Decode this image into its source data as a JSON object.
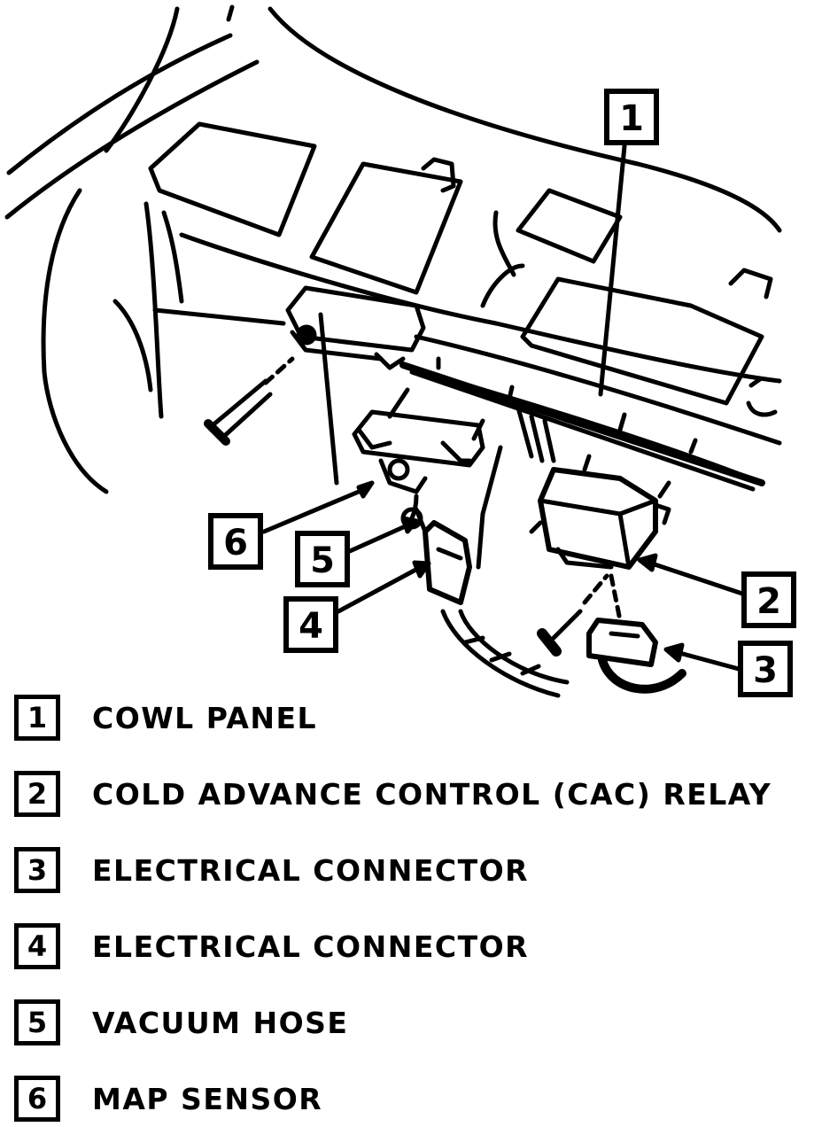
{
  "callouts": {
    "c1": "1",
    "c2": "2",
    "c3": "3",
    "c4": "4",
    "c5": "5",
    "c6": "6"
  },
  "legend": [
    {
      "number": "1",
      "label": "COWL PANEL"
    },
    {
      "number": "2",
      "label": "COLD ADVANCE CONTROL (CAC) RELAY"
    },
    {
      "number": "3",
      "label": "ELECTRICAL CONNECTOR"
    },
    {
      "number": "4",
      "label": "ELECTRICAL CONNECTOR"
    },
    {
      "number": "5",
      "label": "VACUUM HOSE"
    },
    {
      "number": "6",
      "label": "MAP SENSOR"
    }
  ]
}
